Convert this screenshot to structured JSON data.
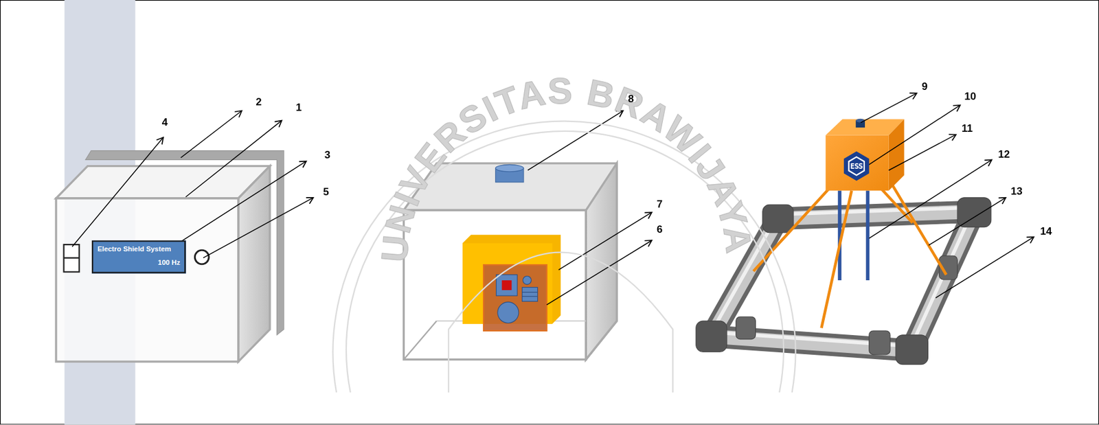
{
  "diagram": {
    "nodes": [
      {
        "text": [
          "Electro Shield System",
          "100 Hz"
        ]
      },
      {
        "text": [
          "ESS"
        ]
      }
    ],
    "labels": [
      "4",
      "2",
      "1",
      "3",
      "5",
      "8",
      "7",
      "6",
      "9",
      "10",
      "11",
      "12",
      "13",
      "14",
      "UNIVERSITAS BRAWIJAYA"
    ]
  }
}
